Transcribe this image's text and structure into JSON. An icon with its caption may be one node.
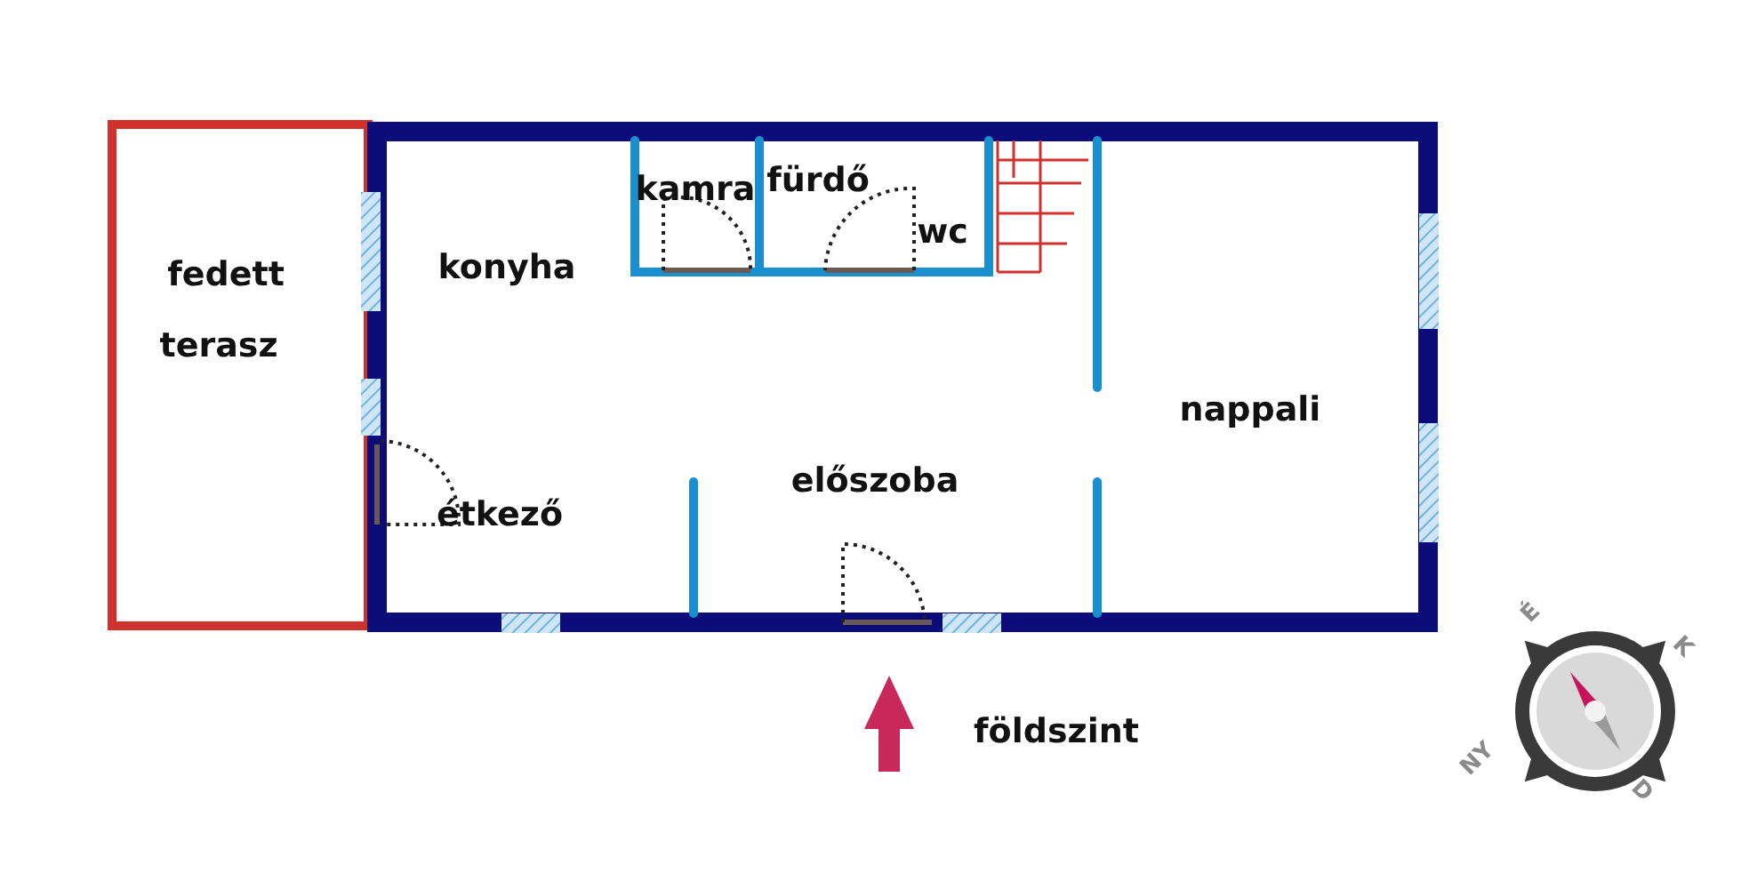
{
  "diagram": {
    "labels": [
      "fedett",
      "terasz",
      "konyha",
      "kamra",
      "fürdő",
      "wc",
      "nappali",
      "étkező",
      "előszoba",
      "földszint",
      "É",
      "K",
      "NY",
      "D"
    ]
  }
}
